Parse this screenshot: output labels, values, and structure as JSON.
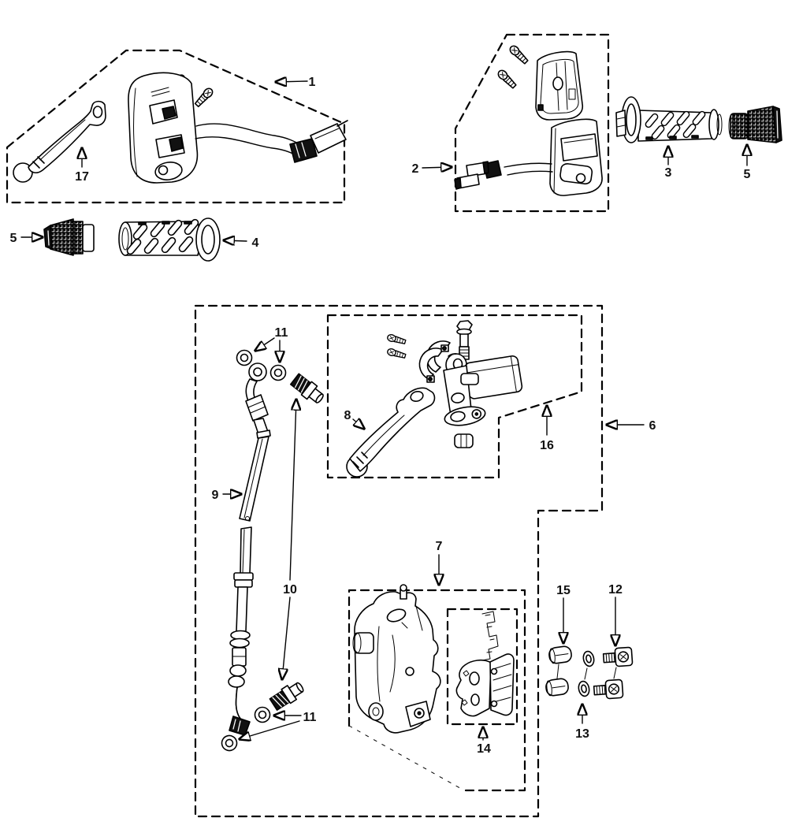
{
  "diagram": {
    "background": "#ffffff",
    "line_color": "#000000",
    "label_color": "#111111"
  },
  "callouts": {
    "c1": {
      "number": "1"
    },
    "c2": {
      "number": "2"
    },
    "c3": {
      "number": "3"
    },
    "c4": {
      "number": "4"
    },
    "c5": {
      "number": "5"
    },
    "c6": {
      "number": "6"
    },
    "c7": {
      "number": "7"
    },
    "c8": {
      "number": "8"
    },
    "c9": {
      "number": "9"
    },
    "c10": {
      "number": "10"
    },
    "c11": {
      "number": "11"
    },
    "c12": {
      "number": "12"
    },
    "c13": {
      "number": "13"
    },
    "c14": {
      "number": "14"
    },
    "c15": {
      "number": "15"
    },
    "c16": {
      "number": "16"
    },
    "c17": {
      "number": "17"
    }
  }
}
